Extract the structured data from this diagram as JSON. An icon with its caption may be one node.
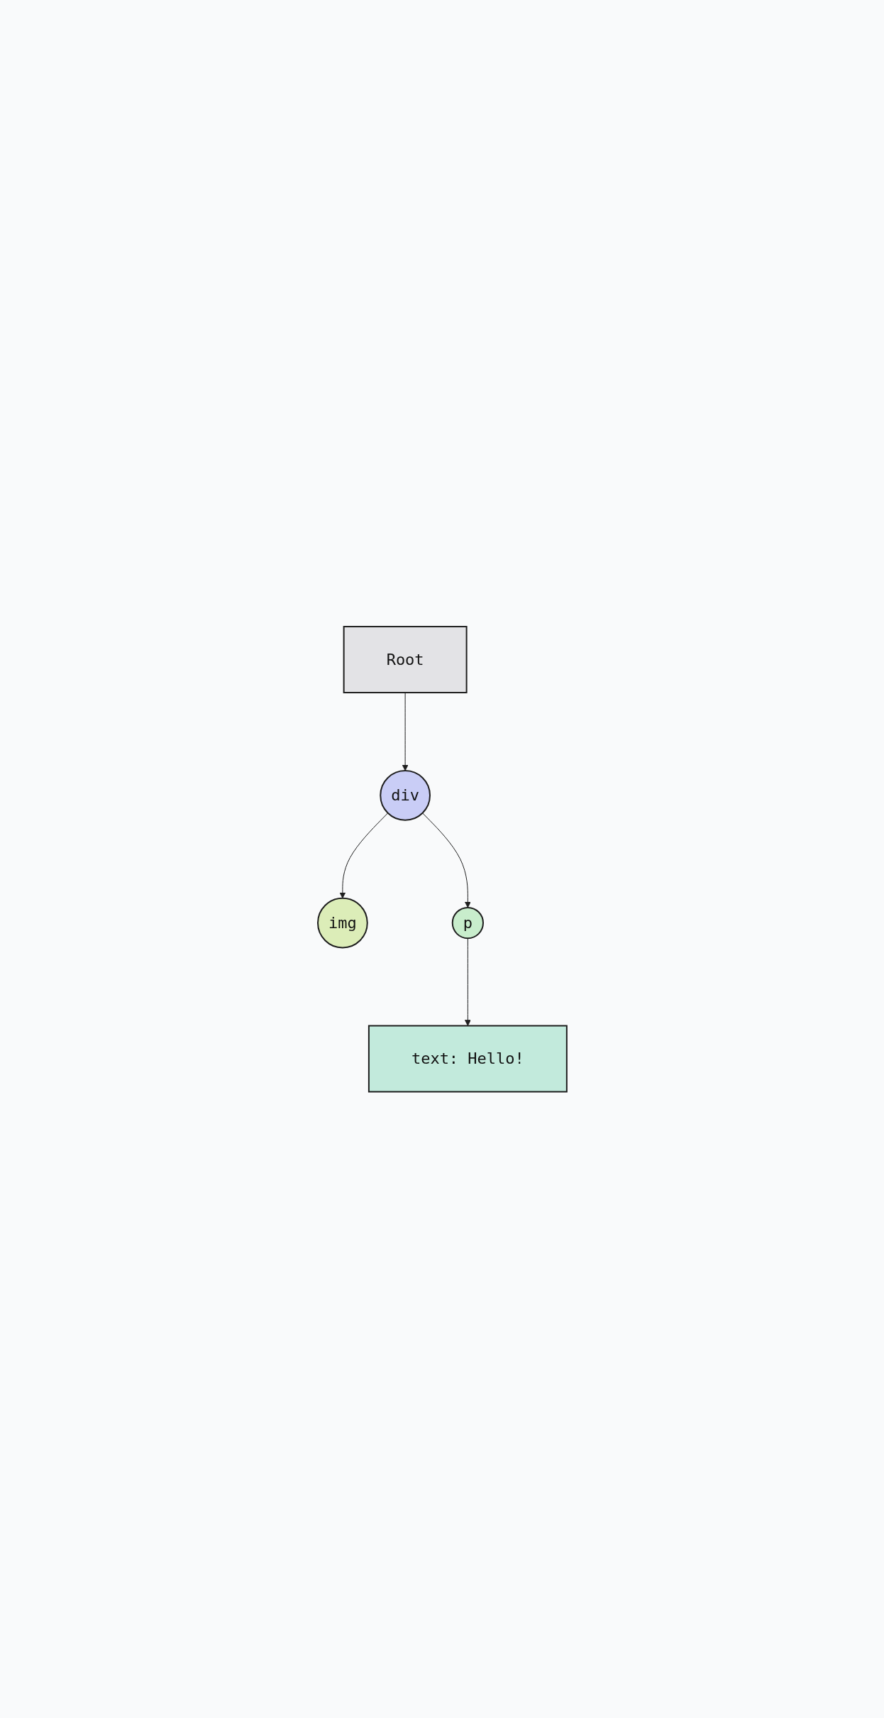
{
  "diagram": {
    "nodes": [
      {
        "text": [
          "Root"
        ]
      },
      {
        "text": [
          "div"
        ]
      },
      {
        "text": [
          "img"
        ]
      },
      {
        "text": [
          "p"
        ]
      },
      {
        "text": [
          "text: Hello!"
        ]
      }
    ],
    "edges": [
      {
        "from": 0,
        "to": 1,
        "arrow": "to"
      },
      {
        "from": 1,
        "to": 2,
        "arrow": "to"
      },
      {
        "from": 1,
        "to": 3,
        "arrow": "to"
      },
      {
        "from": 3,
        "to": 4,
        "arrow": "to"
      }
    ]
  }
}
